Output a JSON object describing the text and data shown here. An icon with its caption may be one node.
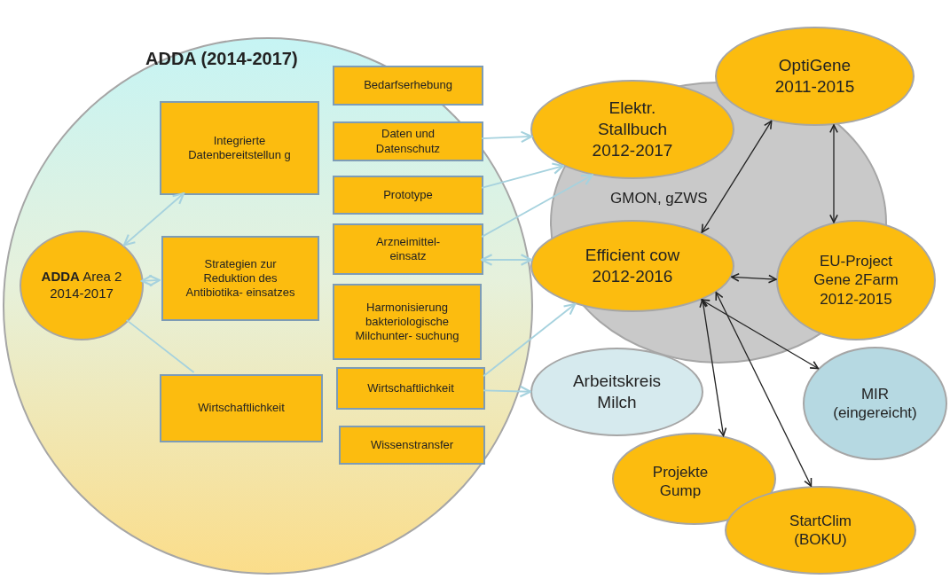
{
  "diagram": {
    "nodes": [
      {
        "text": [
          "ADDA (2014-2017)"
        ]
      },
      {
        "text": [
          "**ADDA** Area 2 2014-2017"
        ],
        "in": 0
      },
      {
        "text": [
          "Integrierte Datenbereitstellun g"
        ],
        "in": 0
      },
      {
        "text": [
          "Strategien zur Reduktion des Antibiotika- einsatzes"
        ],
        "in": 0
      },
      {
        "text": [
          "Wirtschaftlichkeit"
        ],
        "in": 0
      },
      {
        "text": [
          "Bedarfserhebung"
        ],
        "in": 0
      },
      {
        "text": [
          "Daten und Datenschutz"
        ],
        "in": 0
      },
      {
        "text": [
          "Prototype"
        ],
        "in": 0
      },
      {
        "text": [
          "Arzneimittel- einsatz"
        ],
        "in": 0
      },
      {
        "text": [
          "Harmonisierung bakteriologische Milchunter- suchung"
        ],
        "in": 0
      },
      {
        "text": [
          "Wirtschaftlichkeit"
        ],
        "in": 0
      },
      {
        "text": [
          "Wissenstransfer"
        ],
        "in": 0
      },
      {
        "text": [
          "Elektr. Stallbuch 2012-2017"
        ]
      },
      {
        "text": [
          "OptiGene 2011-2015"
        ]
      },
      {
        "text": [
          "Efficient cow 2012-2016"
        ]
      },
      {
        "text": [
          "EU-Project Gene 2Farm 2012-2015"
        ]
      },
      {
        "text": [
          "Arbeitskreis Milch"
        ]
      },
      {
        "text": [
          "MIR (eingereicht)"
        ]
      },
      {
        "text": [
          "Projekte Gump"
        ]
      },
      {
        "text": [
          "StartClim (BOKU)"
        ]
      }
    ],
    "edges": [
      {
        "from": 1,
        "to": 2,
        "arrow": "both"
      },
      {
        "from": 1,
        "to": 3,
        "arrow": "both"
      },
      {
        "from": 1,
        "to": 4,
        "arrow": "none"
      },
      {
        "from": 6,
        "to": 12,
        "arrow": "to"
      },
      {
        "from": 7,
        "to": 12,
        "arrow": "to"
      },
      {
        "from": 8,
        "to": 12,
        "arrow": "to"
      },
      {
        "from": 8,
        "to": 14,
        "arrow": "both"
      },
      {
        "from": 10,
        "to": 14,
        "arrow": "to"
      },
      {
        "from": 10,
        "to": 16,
        "arrow": "to"
      },
      {
        "from": 13,
        "to": 14,
        "arrow": "both",
        "color": "#222222"
      },
      {
        "from": 13,
        "to": 15,
        "arrow": "both",
        "color": "#222222"
      },
      {
        "from": 14,
        "to": 15,
        "arrow": "both",
        "color": "#222222"
      },
      {
        "from": 14,
        "to": 17,
        "arrow": "both",
        "color": "#222222"
      },
      {
        "from": 14,
        "to": 18,
        "arrow": "both",
        "color": "#222222"
      },
      {
        "from": 14,
        "to": 19,
        "arrow": "both",
        "color": "#222222"
      }
    ],
    "labels": [
      "GMON, gZWS"
    ]
  }
}
